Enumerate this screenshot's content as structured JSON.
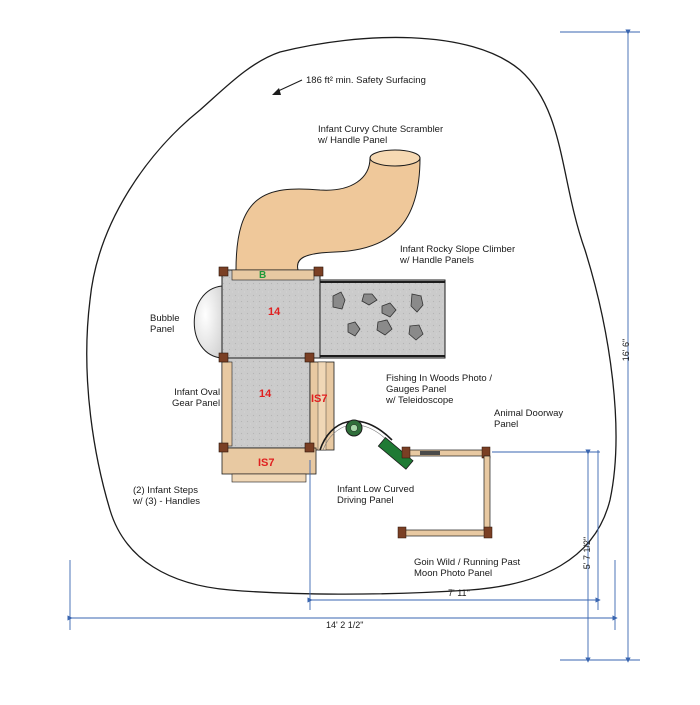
{
  "diagram": {
    "safety_label": "186 ft² min. Safety Surfacing",
    "components": [
      {
        "id": "scrambler",
        "line1": "Infant Curvy Chute Scrambler",
        "line2": "w/ Handle Panel"
      },
      {
        "id": "rocky",
        "line1": "Infant Rocky Slope Climber",
        "line2": "w/ Handle Panels"
      },
      {
        "id": "bubble",
        "line1": "Bubble",
        "line2": "Panel"
      },
      {
        "id": "oval",
        "line1": "Infant Oval",
        "line2": "Gear Panel"
      },
      {
        "id": "fishing",
        "line1": "Fishing In Woods Photo /",
        "line2": "Gauges Panel",
        "line3": "w/ Teleidoscope"
      },
      {
        "id": "doorway",
        "line1": "Animal Doorway",
        "line2": "Panel"
      },
      {
        "id": "steps",
        "line1": "(2) Infant Steps",
        "line2": "w/ (3) - Handles"
      },
      {
        "id": "driving",
        "line1": "Infant Low Curved",
        "line2": "Driving Panel"
      },
      {
        "id": "goin",
        "line1": "Goin Wild / Running Past",
        "line2": "Moon Photo Panel"
      }
    ],
    "deck_labels": {
      "upper_deck": "14",
      "upper_marker": "B",
      "lower_deck": "14",
      "side_step": "IS7",
      "bottom_step": "IS7"
    },
    "dimensions": {
      "overall_height": "16' 6\"",
      "overall_width": "14' 2 1/2\"",
      "panel_width": "7' 11\"",
      "panel_height": "5' 7 1/2\""
    },
    "colors": {
      "outline": "#1c1c1c",
      "deck": "#c9c9c9",
      "slide": "#efc89a",
      "post": "#7a3f24",
      "step": "#e8c9a2",
      "dimension_line": "#3a66b0",
      "deck_number": "#e02020",
      "marker": "#1f9a3a"
    }
  }
}
